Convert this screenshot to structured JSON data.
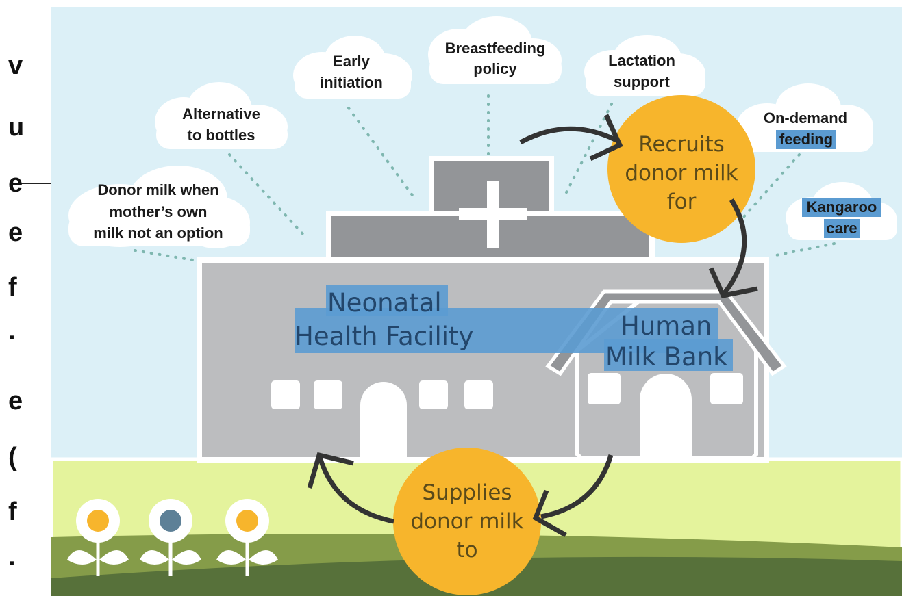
{
  "clouds": {
    "donor_milk": [
      "Donor milk when",
      "mother’s own",
      "milk not an option"
    ],
    "alternative": [
      "Alternative",
      "to bottles"
    ],
    "early": [
      "Early",
      "initiation"
    ],
    "policy": [
      "Breastfeeding",
      "policy"
    ],
    "lactation": [
      "Lactation",
      "support"
    ],
    "on_demand": [
      "On-demand",
      "feeding"
    ],
    "kangaroo": [
      "Kangaroo",
      "care"
    ]
  },
  "buildings": {
    "facility": [
      "Neonatal",
      "Health Facility"
    ],
    "milk_bank": [
      "Human",
      "Milk Bank"
    ]
  },
  "circles": {
    "recruits": [
      "Recruits",
      "donor milk",
      "for"
    ],
    "supplies": [
      "Supplies",
      "donor milk",
      "to"
    ]
  },
  "left_edge_glyphs": [
    "ᴠ",
    "u",
    "e",
    "e",
    "f",
    "·",
    "e",
    "(",
    "f",
    "."
  ],
  "colors": {
    "sky": "#dcf0f7",
    "grass_light": "#e4f39c",
    "grass_mid": "#859c49",
    "grass_dark": "#57713a",
    "building": "#bcbdbf",
    "roof": "#939598",
    "circle": "#f7b52c",
    "highlight": "#5b9bd1",
    "dots": "#7fb7b0",
    "arrow": "#333333"
  }
}
